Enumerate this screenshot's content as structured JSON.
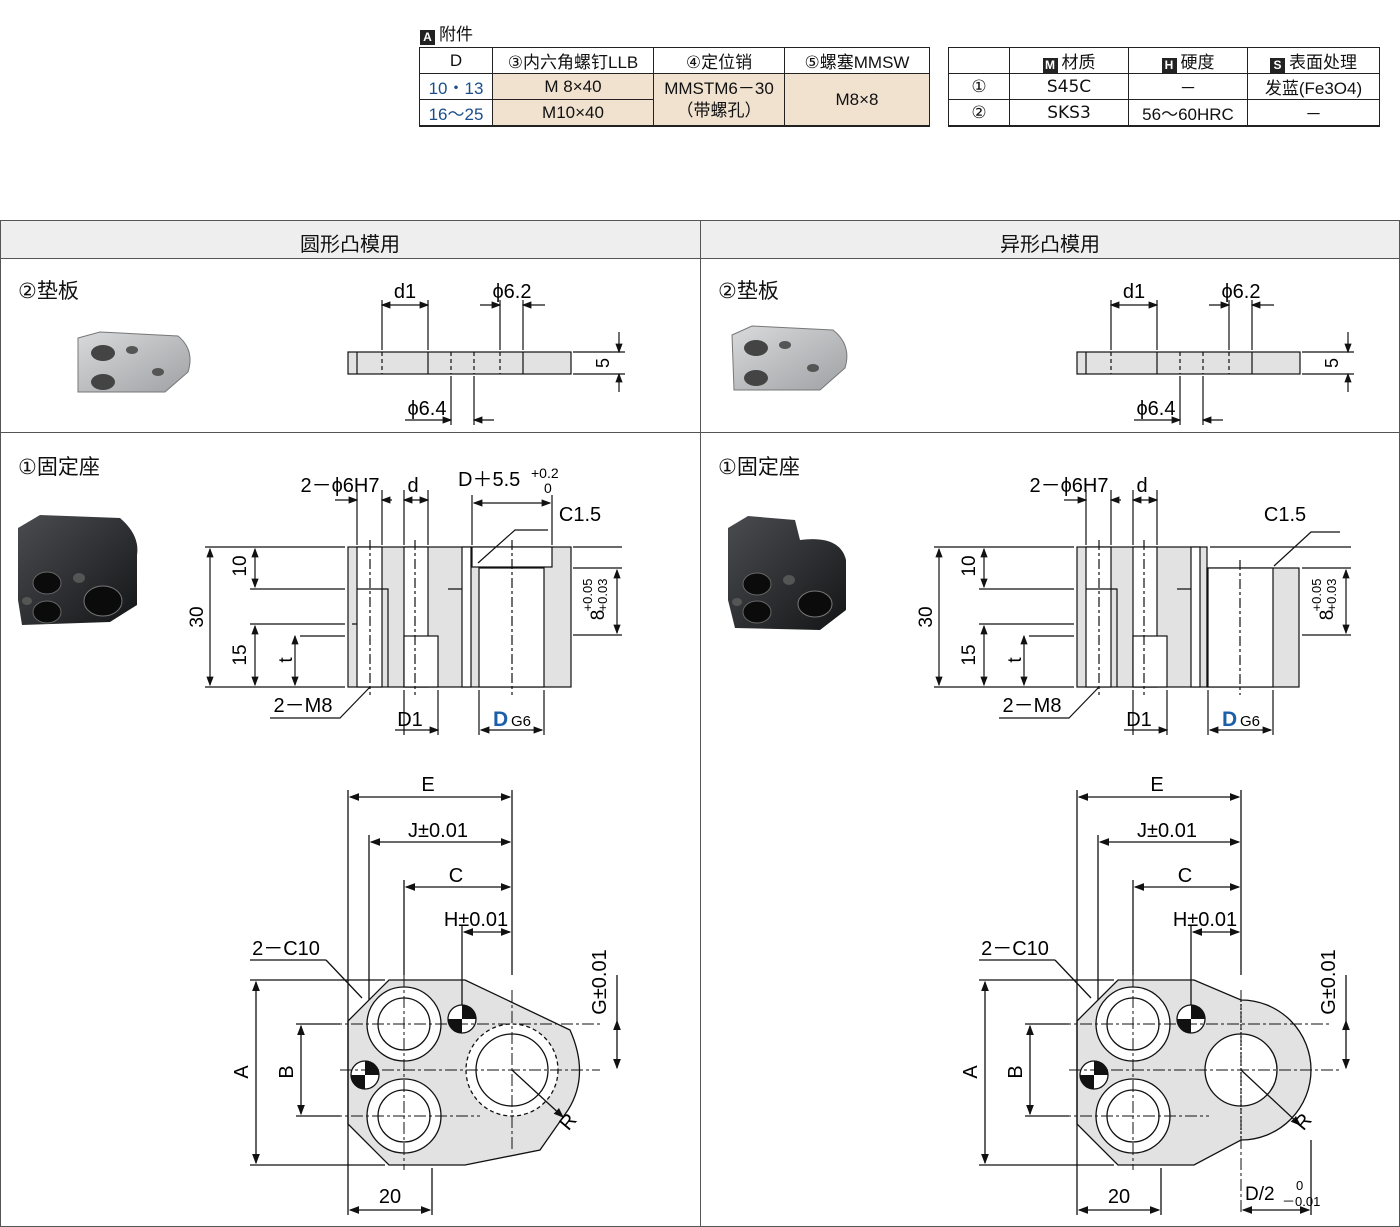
{
  "accessories": {
    "title_tag": "A",
    "title": "附件",
    "headers": [
      "D",
      "③内六角螺钉LLB",
      "④定位销",
      "⑤螺塞MMSW"
    ],
    "rows": [
      {
        "d": "10・13",
        "screw": "M  8×40"
      },
      {
        "d": "16～25",
        "screw": "M10×40"
      }
    ],
    "pin_line1": "MMSTM6－30",
    "pin_line2": "（带螺孔）",
    "plug": "M8×8"
  },
  "materials": {
    "headers": [
      {
        "tag": "M",
        "label": "材质"
      },
      {
        "tag": "H",
        "label": "硬度"
      },
      {
        "tag": "S",
        "label": "表面处理"
      }
    ],
    "rows": [
      {
        "no": "①",
        "material": "S45C",
        "hardness": "－",
        "surface": "发蓝(Fe3O4)"
      },
      {
        "no": "②",
        "material": "SKS3",
        "hardness": "56～60HRC",
        "surface": "－"
      }
    ]
  },
  "panels": {
    "left_title": "圆形凸模用",
    "right_title": "异形凸模用",
    "backing_plate": "②垫板",
    "fixing_seat": "①固定座"
  },
  "dims": {
    "d1": "d1",
    "phi62": "ϕ6.2",
    "phi64": "ϕ6.4",
    "five": "5",
    "pin_hole": "2－ϕ6H7",
    "d": "d",
    "dplus": "D＋5.5",
    "tol_up": "+0.2",
    "tol_low": "0",
    "c15": "C1.5",
    "ten": "10",
    "thirty": "30",
    "fifteen": "15",
    "t": "t",
    "m8": "2－M8",
    "D1": "D1",
    "DG6_D": "D",
    "DG6_sub": "G6",
    "eight": "8",
    "eight_tol_up": "+0.05",
    "eight_tol_low": "+0.03",
    "E": "E",
    "J": "J±0.01",
    "C": "C",
    "H": "H±0.01",
    "G": "G±0.01",
    "c10": "2－C10",
    "A": "A",
    "B": "B",
    "R": "R",
    "twenty": "20",
    "dhalf": "D/2",
    "dhalf_up": "0",
    "dhalf_low": "－0.01"
  }
}
